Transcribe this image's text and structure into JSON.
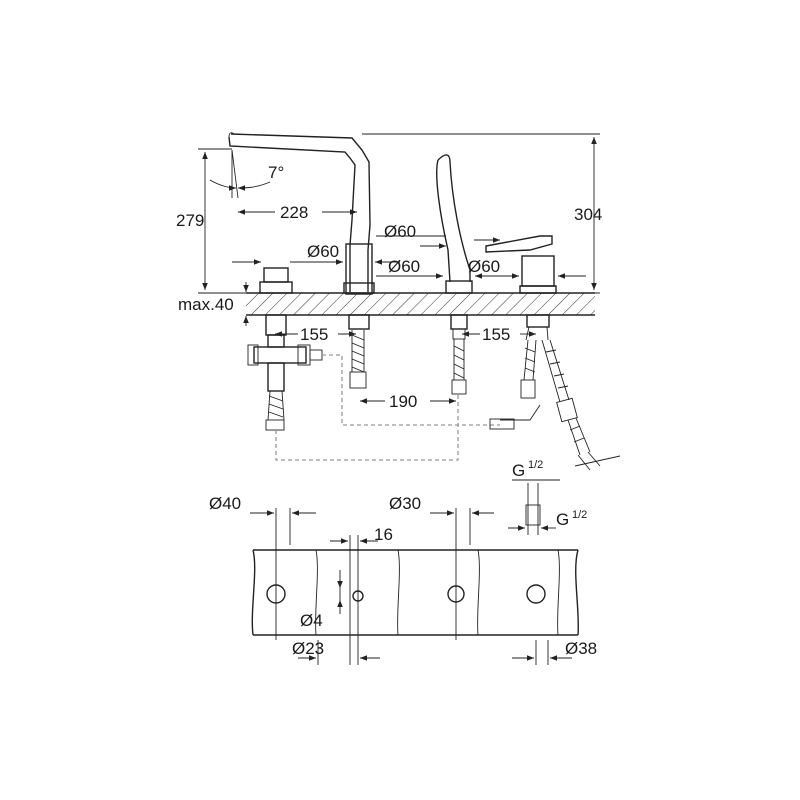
{
  "side_view": {
    "spout_height": "279",
    "spout_angle": "7°",
    "spout_reach": "228",
    "total_height": "304",
    "spout_base_diameter": "Ø60",
    "diverter_diameter": "Ø60",
    "handshower_diameter": "Ø60",
    "lever_base_diameter": "Ø60",
    "max_deck_thickness": "max.40",
    "spacing_left": "155",
    "spacing_right": "155",
    "spacing_center": "190",
    "thread_label_1": "G",
    "thread_label_2": "G",
    "thread_fraction": "1/2"
  },
  "hole_template": {
    "hole_diameter_large": "Ø40",
    "hole_diameter_mid": "Ø30",
    "offset_16": "16",
    "hole_diameter_small": "Ø4",
    "spacing_23": "Ø23",
    "hole_diameter_right": "Ø38"
  }
}
